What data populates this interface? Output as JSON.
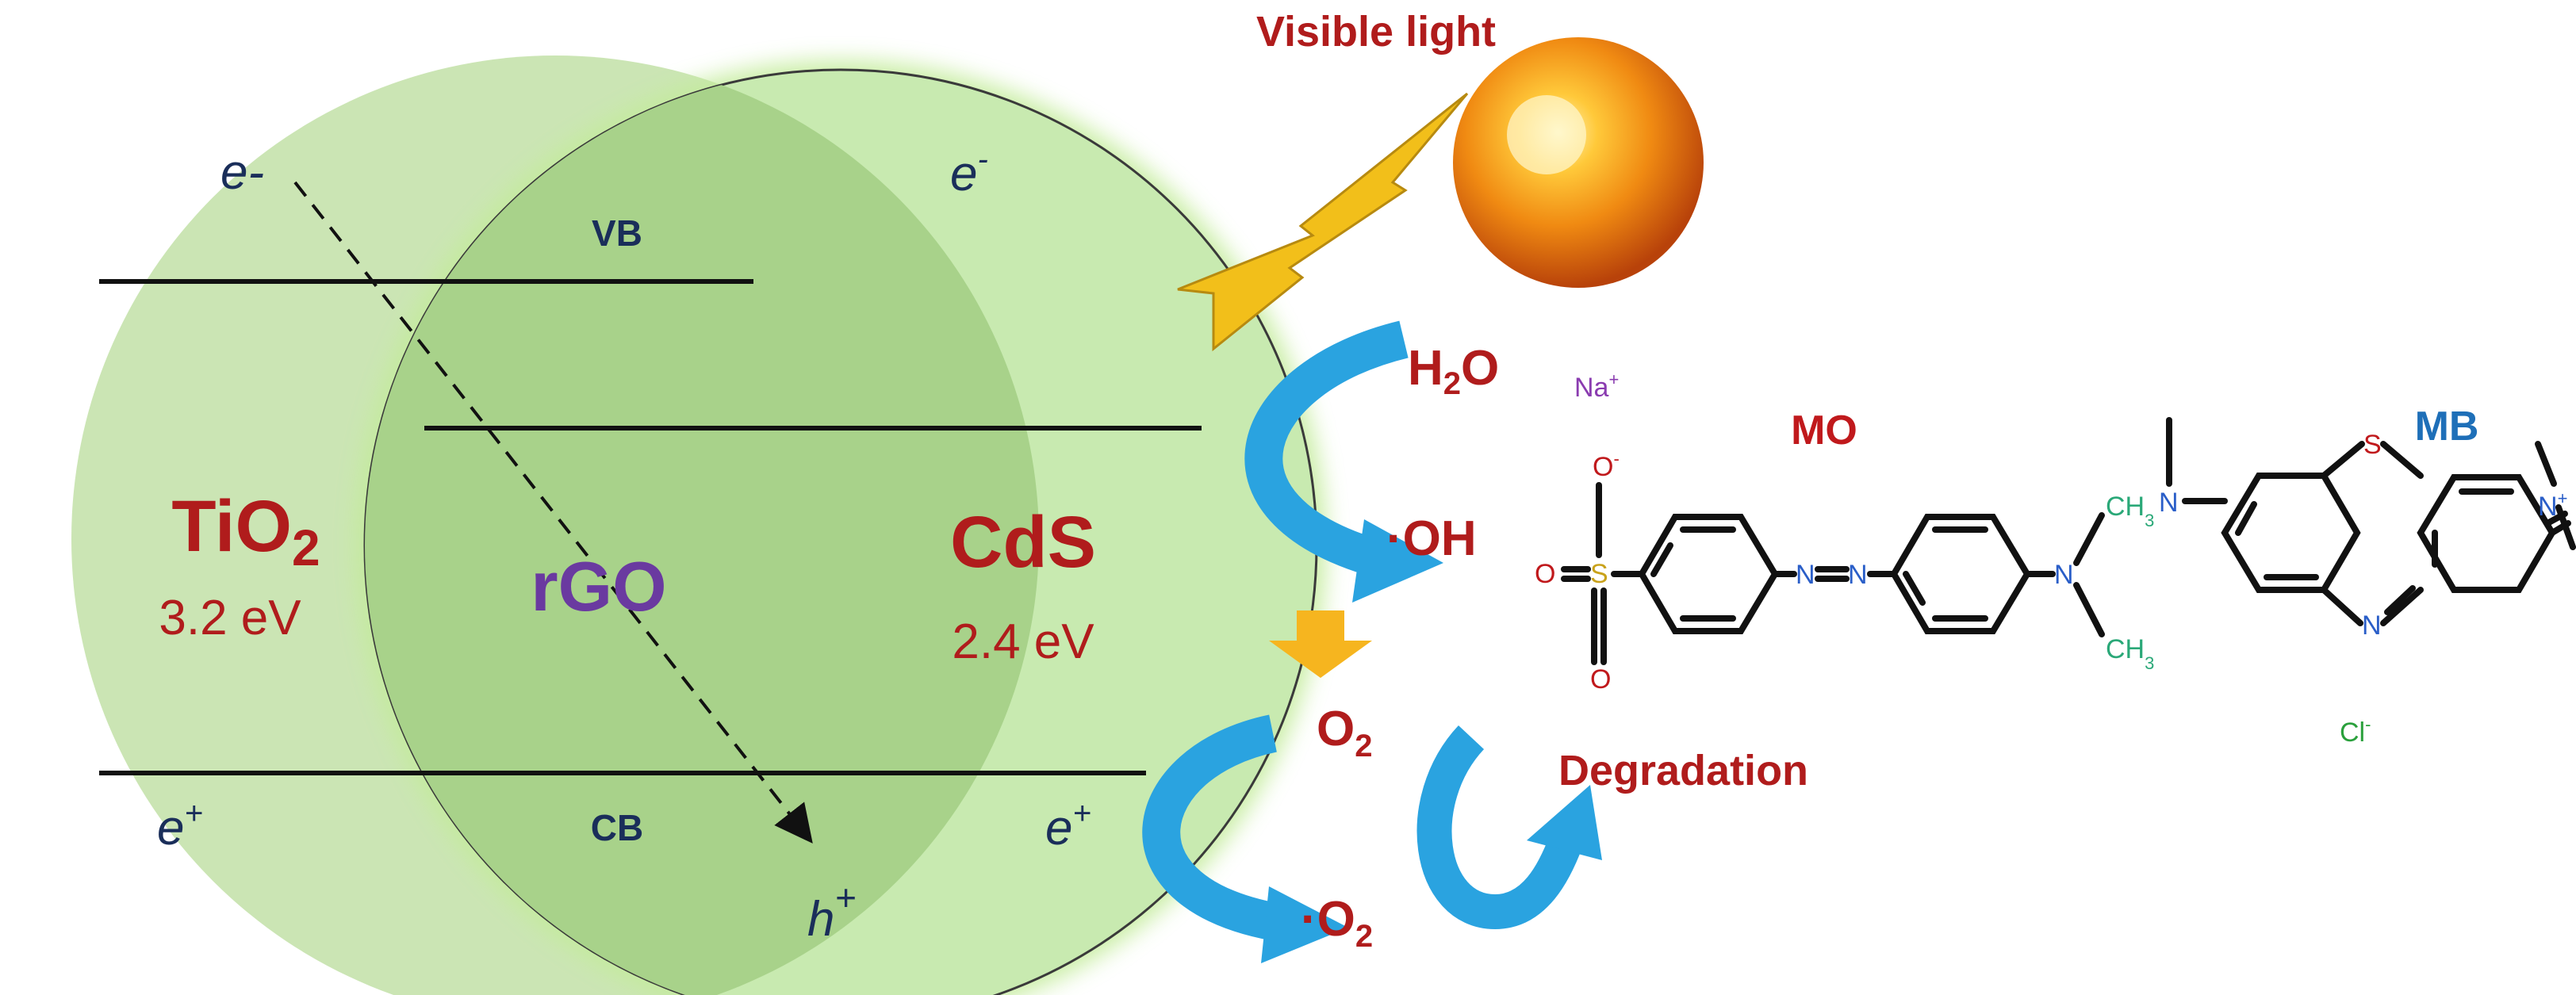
{
  "diagram": {
    "left_material": {
      "name": "TiO",
      "subscript": "2",
      "band_gap": "3.2 eV"
    },
    "right_material": {
      "name": "CdS",
      "band_gap": "2.4 eV"
    },
    "interface_material": "rGO",
    "bands": {
      "valence": "VB",
      "conduction": "CB"
    },
    "carriers": {
      "electron_left": "e-",
      "electron_right": "e",
      "electron_right_sup": "-",
      "hole_left": "e",
      "hole_left_sup": "+",
      "hole_right": "e",
      "hole_right_sup": "+",
      "hole_center": "h",
      "hole_center_sup": "+"
    },
    "light_label": "Visible light",
    "species": {
      "water": {
        "base": "H",
        "sub": "2",
        "tail": "O"
      },
      "hydroxyl": "·OH",
      "oxygen": {
        "base": "O",
        "sub": "2"
      },
      "superoxide": {
        "base": "·O",
        "sub": "2"
      }
    },
    "degradation_label": "Degradation",
    "molecules": {
      "mo": {
        "title": "MO",
        "counter_ion": "Na",
        "counter_ion_sup": "+",
        "atoms": {
          "o_top": "O",
          "o_top_sup": "-",
          "s": "S",
          "o_left": "O",
          "o_bottom": "O",
          "n1": "N",
          "n2": "N",
          "n3": "N",
          "ch3_top": "CH",
          "ch3_top_sub": "3",
          "ch3_bottom": "CH",
          "ch3_bottom_sub": "3"
        }
      },
      "mb": {
        "title": "MB",
        "counter_ion": "Cl",
        "counter_ion_sup": "-",
        "atoms": {
          "n_left": "N",
          "s": "S",
          "n_ring": "N",
          "n_right": "N",
          "n_right_sup": "+"
        }
      }
    },
    "colors": {
      "circle_fill": "#c9e6b0",
      "circle_right_fill": "#c6ebae",
      "overlap_fill": "#a8d28a",
      "arrow_blue": "#2aa3e0",
      "arrow_orange": "#f6b51f",
      "bolt_yellow": "#f2bf1a",
      "red_text": "#b01c1c",
      "purple_text": "#6a3aa0",
      "blue_title": "#1e6fb8"
    }
  }
}
